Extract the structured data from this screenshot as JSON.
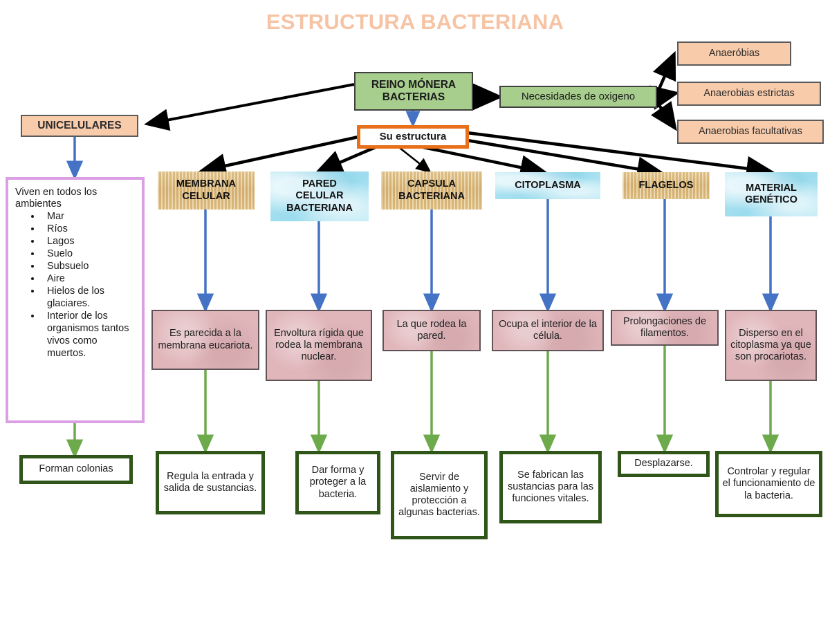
{
  "diagram": {
    "title": "ESTRUCTURA BACTERIANA",
    "title_color": "#F6C3A4",
    "colors": {
      "green_node": "#A8CE8E",
      "peach_node": "#F8CBAA",
      "orange_border": "#E8701A",
      "purple_border": "#DB9FE4",
      "pink_node": "#E0B6BA",
      "dark_green_border": "#2F5518",
      "blue_arrow": "#4472C4",
      "green_arrow": "#6DAA4B",
      "black_arrow": "#000000",
      "tan_texture": "#E3C183",
      "blue_texture": "#A9E2F0"
    }
  },
  "root": {
    "label": "REINO MÓNERA\nBACTERIAS",
    "line1": "REINO MÓNERA",
    "line2": "BACTERIAS"
  },
  "oxygen": {
    "label": "Necesidades de oxigeno",
    "children": [
      {
        "label": "Anaeróbias"
      },
      {
        "label": "Anaerobias estrictas"
      },
      {
        "label": "Anaerobias facultativas"
      }
    ]
  },
  "unicellular": {
    "label": "UNICELULARES",
    "habitat": {
      "lead": "Viven en todos los ambientes",
      "items": [
        "Mar",
        "Ríos",
        "Lagos",
        "Suelo",
        "Subsuelo",
        "Aire",
        "Hielos de los glaciares.",
        "Interior de los organismos tantos vivos como muertos."
      ]
    },
    "result": "Forman colonias"
  },
  "structure": {
    "label": "Su estructura",
    "components": [
      {
        "name": "MEMBRANA CELULAR",
        "name_lines": [
          "MEMBRANA",
          "CELULAR"
        ],
        "texture": "tan",
        "description": "Es parecida a la membrana eucariota.",
        "function": "Regula la entrada y salida de sustancias."
      },
      {
        "name": "PARED CELULAR BACTERIANA",
        "name_lines": [
          "PARED",
          "CELULAR",
          "BACTERIANA"
        ],
        "texture": "blue",
        "description": "Envoltura rígida que rodea la membrana nuclear.",
        "function": "Dar forma y proteger a la bacteria."
      },
      {
        "name": "CAPSULA BACTERIANA",
        "name_lines": [
          "CAPSULA",
          "BACTERIANA"
        ],
        "texture": "tan",
        "description": "La que rodea la pared.",
        "function": "Servir de aislamiento y protección a algunas bacterias."
      },
      {
        "name": "CITOPLASMA",
        "name_lines": [
          "CITOPLASMA"
        ],
        "texture": "blue",
        "description": "Ocupa el interior de la célula.",
        "function": "Se fabrican las sustancias para las funciones vitales."
      },
      {
        "name": "FLAGELOS",
        "name_lines": [
          "FLAGELOS"
        ],
        "texture": "tan",
        "description": "Prolongaciones de filamentos.",
        "function": "Desplazarse."
      },
      {
        "name": "MATERIAL GENÉTICO",
        "name_lines": [
          "MATERIAL",
          "GENÉTICO"
        ],
        "texture": "blue",
        "description": "Disperso en el citoplasma ya que son procariotas.",
        "function": "Controlar y regular el funcionamiento de la bacteria."
      }
    ]
  }
}
